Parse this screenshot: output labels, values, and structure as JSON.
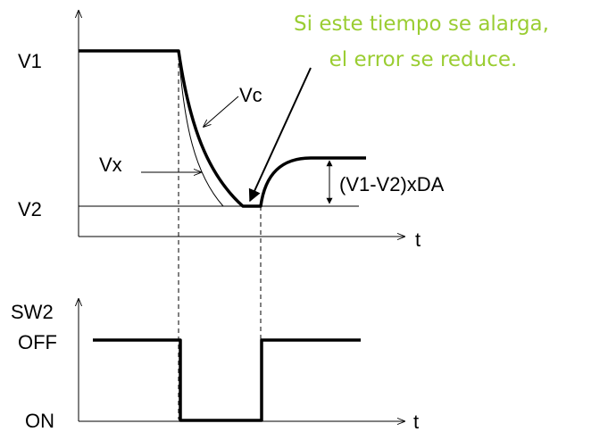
{
  "note": {
    "line1": "Si este tiempo se alarga,",
    "line2": "el error se reduce.",
    "color": "#9acd32"
  },
  "labels": {
    "v1": "V1",
    "v2": "V2",
    "vc": "Vc",
    "vx": "Vx",
    "delta": "(V1-V2)xDA",
    "t_top": "t",
    "sw2": "SW2",
    "off": "OFF",
    "on": "ON",
    "t_bottom": "t"
  }
}
